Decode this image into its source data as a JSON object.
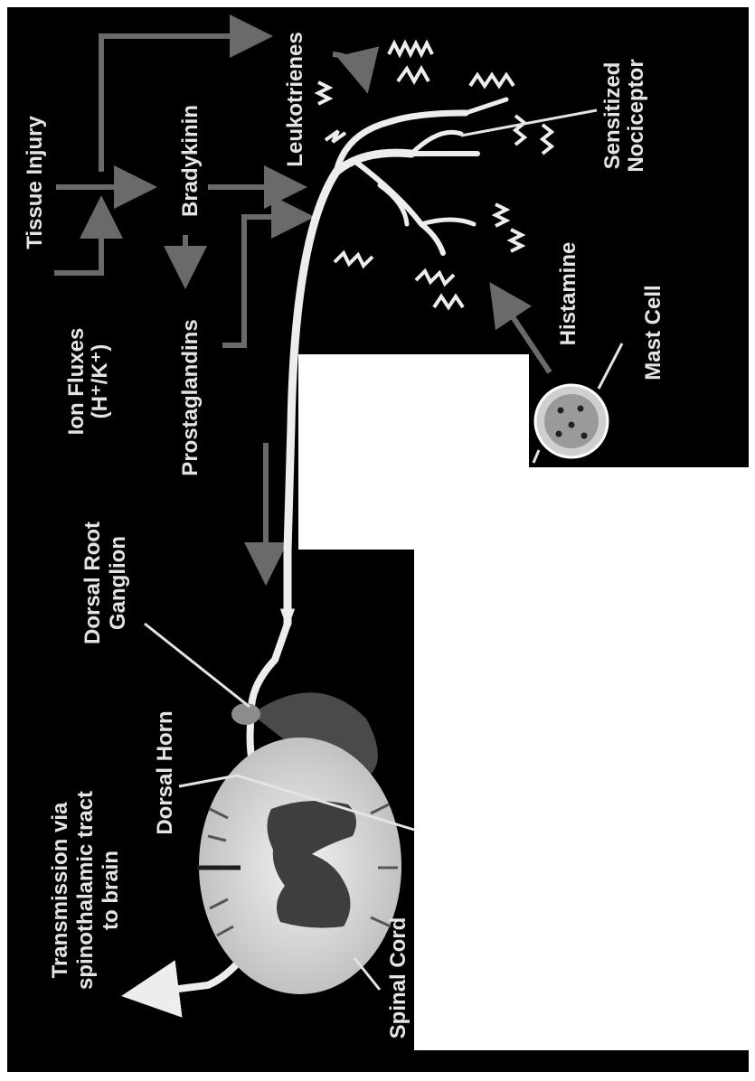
{
  "labels": {
    "tissue_injury": "Tissue Injury",
    "bradykinin": "Bradykinin",
    "leukotrienes": "Leukotrienes",
    "ion_fluxes_line1": "Ion Fluxes",
    "ion_fluxes_line2": "(H⁺/K⁺)",
    "prostaglandins": "Prostaglandins",
    "sensitized_line1": "Sensitized",
    "sensitized_line2": "Nociceptor",
    "histamine": "Histamine",
    "mast_cell": "Mast Cell",
    "dorsal_root_line1": "Dorsal Root",
    "dorsal_root_line2": "Ganglion",
    "dorsal_horn": "Dorsal Horn",
    "transmission_line1": "Transmission via",
    "transmission_line2": "spinothalamic tract",
    "transmission_line3": "to brain",
    "spinal_cord": "Spinal Cord"
  },
  "colors": {
    "background": "#000000",
    "page": "#ffffff",
    "label": "#e4e4e4",
    "arrow": "#6a6a6a",
    "nerve": "#ededed",
    "cord": "#d8d8d8",
    "gray_matter": "#3e3e3e"
  }
}
